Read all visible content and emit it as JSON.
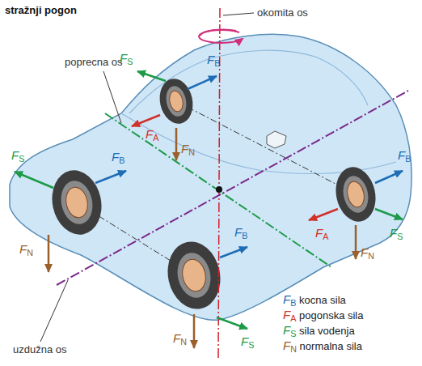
{
  "diagram": {
    "title": "stražnji pogon",
    "labels": [
      "okomita os",
      "poprecna os",
      "uzdužna os",
      "FS",
      "FB",
      "FA",
      "FN",
      "FB",
      "FS",
      "FA",
      "FN",
      "FS",
      "FB",
      "FN",
      "FB",
      "FN",
      "FS"
    ],
    "legend": [
      {
        "text": "FB kocna sila",
        "color": "#1e6db5"
      },
      {
        "text": "FA pogonska sila",
        "color": "#d2312a"
      },
      {
        "text": "FS sila vodenja",
        "color": "#1d9a48"
      },
      {
        "text": "FN normalna sila",
        "color": "#9a5f2a"
      }
    ]
  }
}
